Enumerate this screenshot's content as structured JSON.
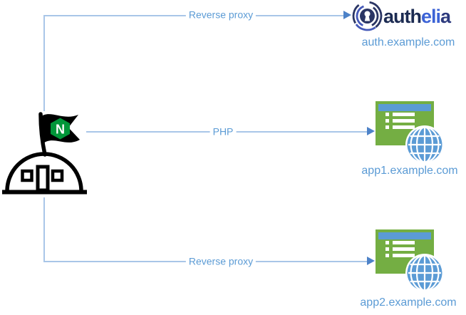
{
  "nodes": {
    "nginx": {
      "letter": "N"
    },
    "authelia": {
      "wordmark_auth": "auth",
      "wordmark_eli": "eli",
      "wordmark_a": "a",
      "domain": "auth.example.com"
    },
    "app1": {
      "domain": "app1.example.com"
    },
    "app2": {
      "domain": "app2.example.com"
    }
  },
  "connectors": {
    "to_authelia": {
      "label": "Reverse proxy"
    },
    "to_app1": {
      "label": "PHP"
    },
    "to_app2": {
      "label": "Reverse proxy"
    }
  },
  "colors": {
    "connector_line": "#a9c6e8",
    "arrowhead": "#4d82c8",
    "connector_label_blue": "#5b9bd5",
    "domain_label_blue": "#5b9bd5",
    "nginx_green": "#009639",
    "app_window_green": "#74ae43",
    "app_titlebar_blue": "#5b9bd5",
    "globe_blue": "#5b9bd5",
    "authelia_navy": "#1c2b52",
    "authelia_blue": "#3c63d6"
  }
}
